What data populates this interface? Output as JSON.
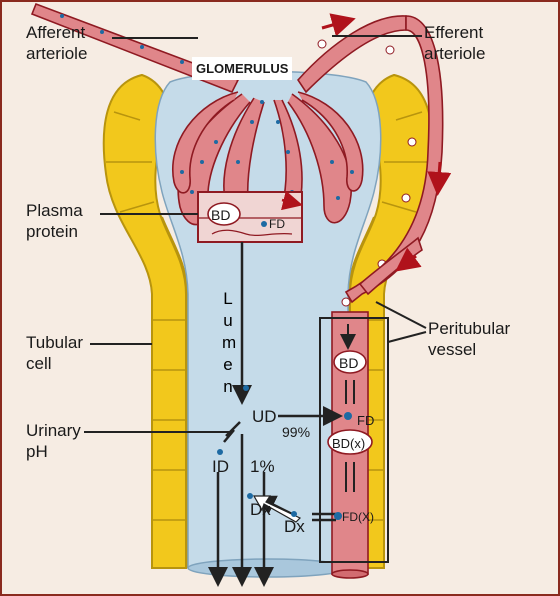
{
  "title": "GLOMERULUS",
  "labels": {
    "afferent_arteriole": "Afferent\narteriole",
    "efferent_arteriole": "Efferent\narteriole",
    "plasma_protein": "Plasma\nprotein",
    "tubular_cell": "Tubular\ncell",
    "urinary_ph": "Urinary\npH",
    "peritubular_vessel": "Peritubular\nvessel"
  },
  "lumen_letters": [
    "L",
    "u",
    "m",
    "e",
    "n"
  ],
  "species": {
    "bd": "BD",
    "fd": "FD",
    "ud": "UD",
    "bd_x": "BD(x)",
    "id": "ID",
    "dx": "Dx",
    "fd_x": "FD(X)"
  },
  "percentages": {
    "to_blood": "99%",
    "in_urine": "1%"
  },
  "colors": {
    "tubule_wall": "#f2c81c",
    "lumen": "#c5dbe9",
    "vessel": "#e0868a",
    "vessel_outline": "#8f1a22",
    "arrow": "#222222",
    "drug_dot": "#1d6aa3",
    "flow_arrow": "#b0121b"
  }
}
